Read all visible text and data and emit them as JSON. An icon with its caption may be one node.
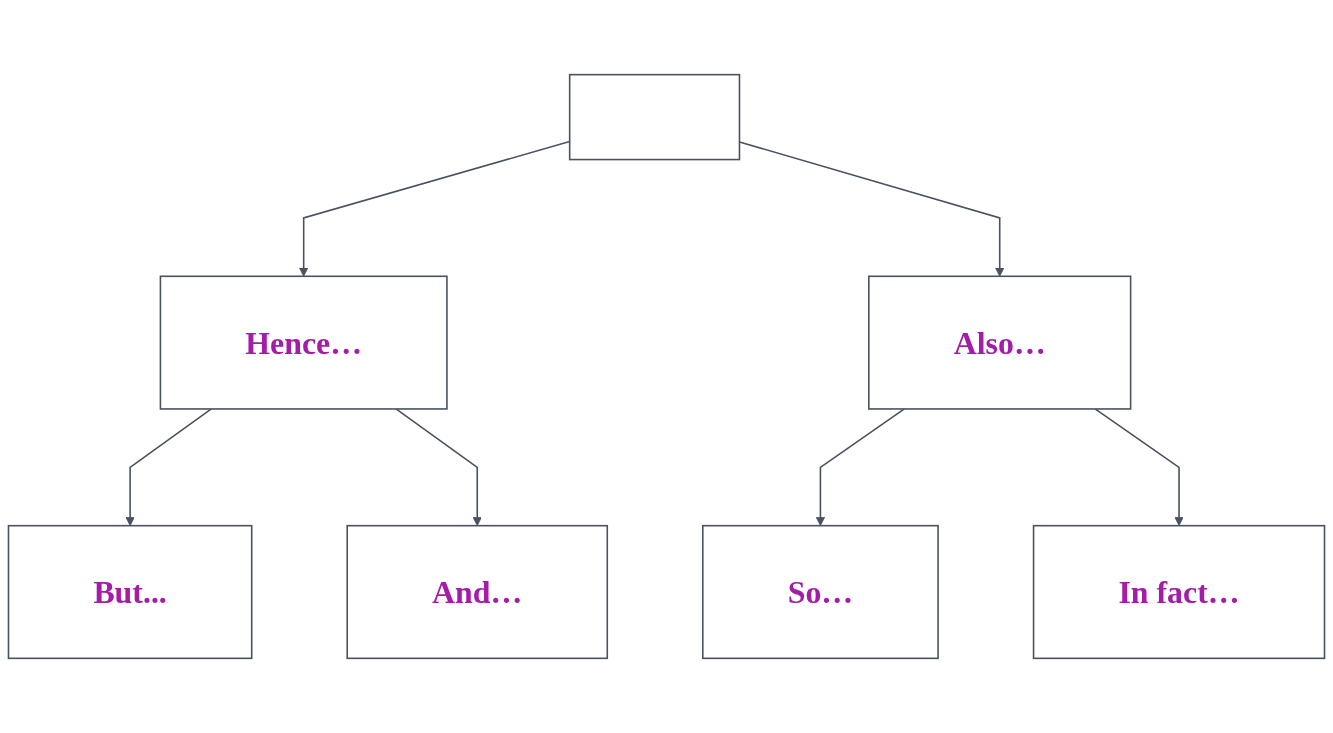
{
  "diagram": {
    "nodes": [
      {
        "text": [],
        "shape": "box"
      },
      {
        "text": [
          "Hence…"
        ]
      },
      {
        "text": [
          "Also…"
        ]
      },
      {
        "text": [
          "But..."
        ]
      },
      {
        "text": [
          "And…"
        ]
      },
      {
        "text": [
          "So…"
        ]
      },
      {
        "text": [
          "In fact…"
        ]
      }
    ],
    "edges": [
      {
        "from": 0,
        "to": 1,
        "arrow": "to"
      },
      {
        "from": 0,
        "to": 2,
        "arrow": "to"
      },
      {
        "from": 1,
        "to": 3,
        "arrow": "to"
      },
      {
        "from": 1,
        "to": 4,
        "arrow": "to"
      },
      {
        "from": 2,
        "to": 5,
        "arrow": "to"
      },
      {
        "from": 2,
        "to": 6,
        "arrow": "to"
      }
    ]
  }
}
